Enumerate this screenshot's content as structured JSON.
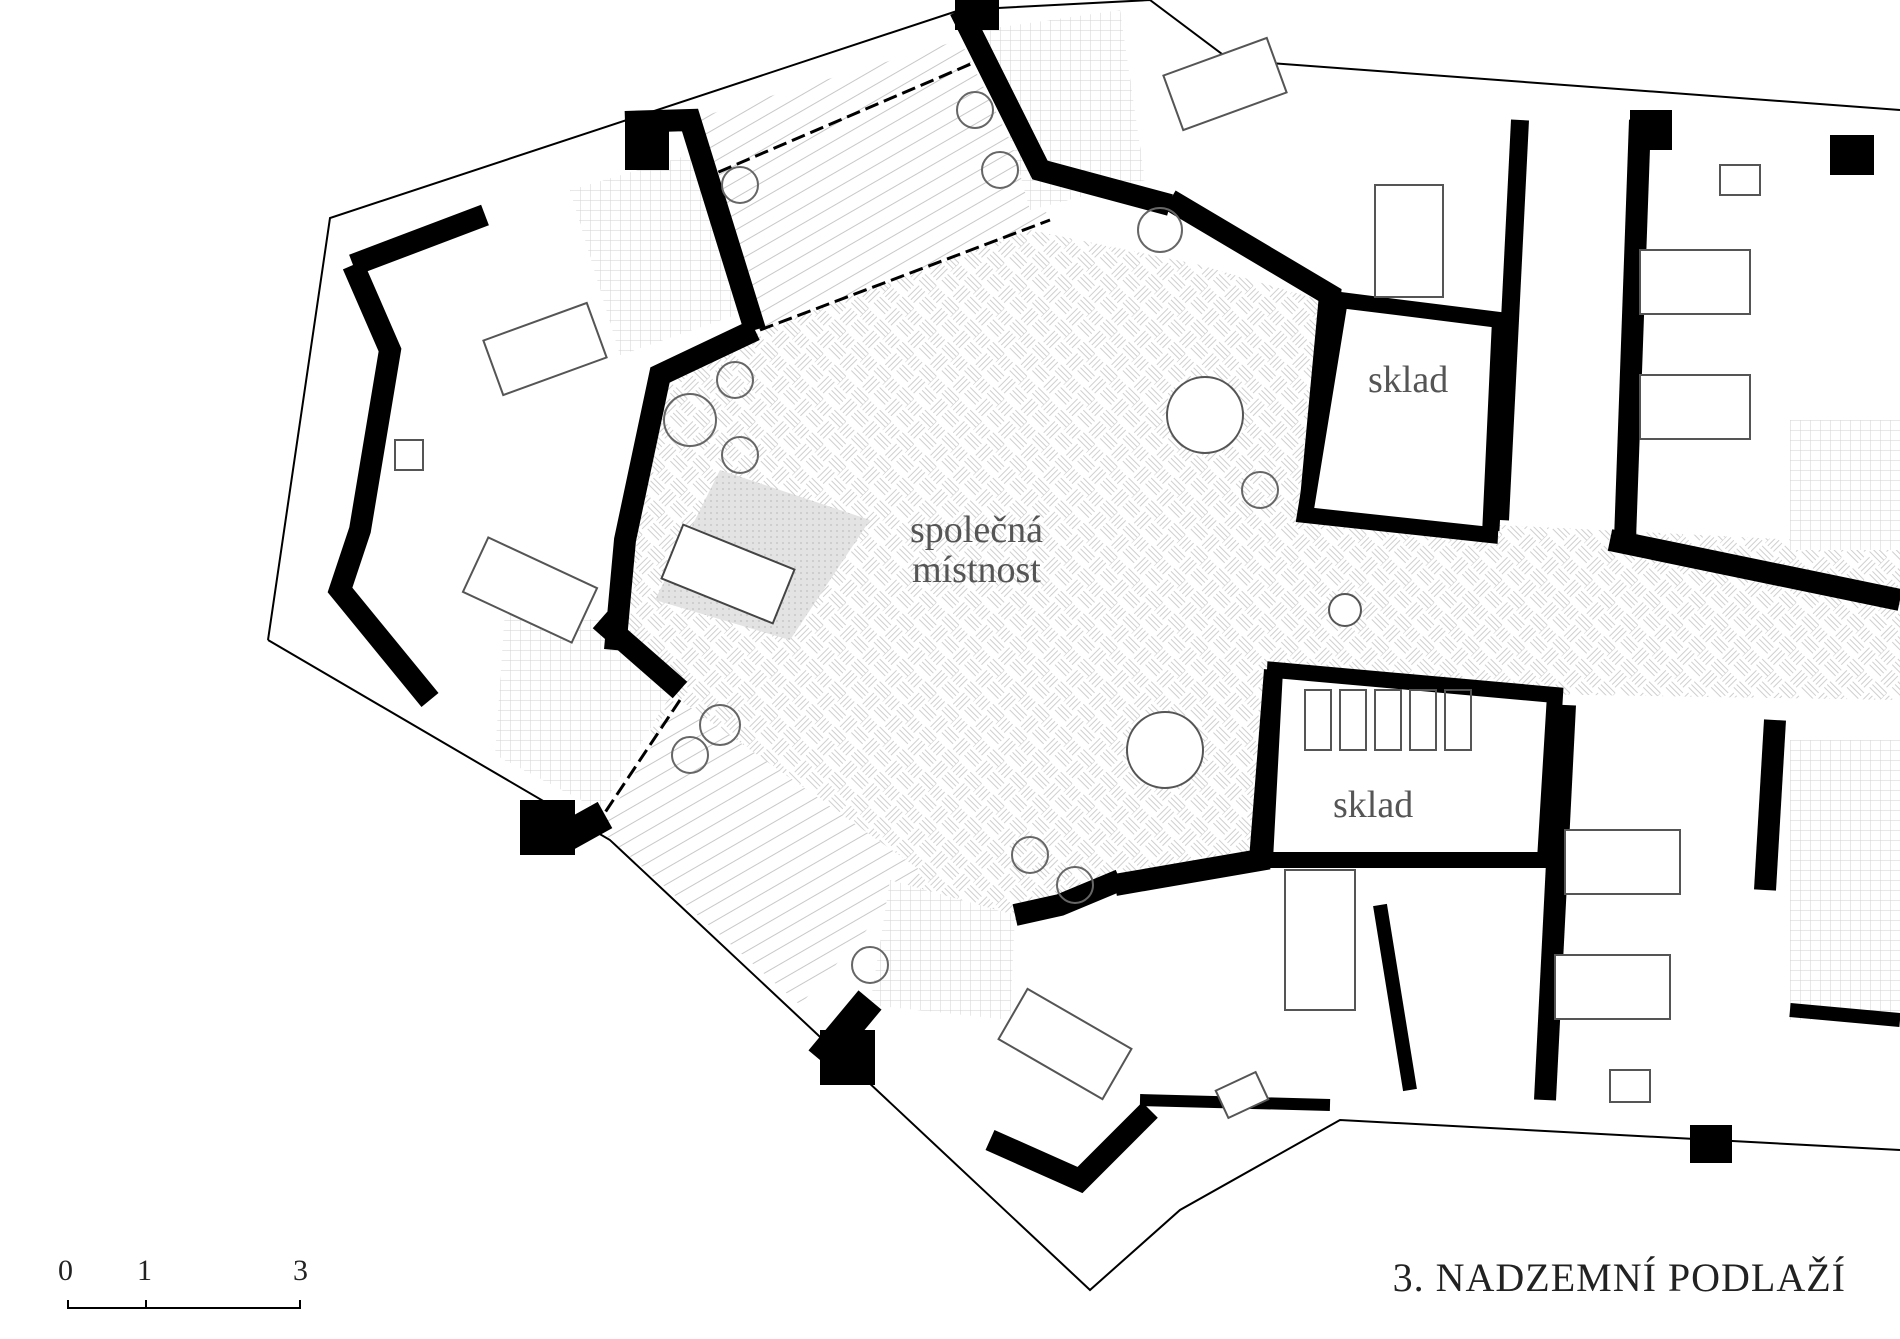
{
  "rooms": {
    "common_room_line1": "společná",
    "common_room_line2": "místnost",
    "storage_top": "sklad",
    "storage_bottom": "sklad"
  },
  "floor_title": "3. NADZEMNÍ PODLAŽÍ",
  "scale_bar": {
    "labels": [
      "0",
      "1",
      "3"
    ]
  },
  "colors": {
    "wall": "#000000",
    "floor_pattern": "#cfcfcf",
    "label": "#555555",
    "background": "#ffffff"
  }
}
